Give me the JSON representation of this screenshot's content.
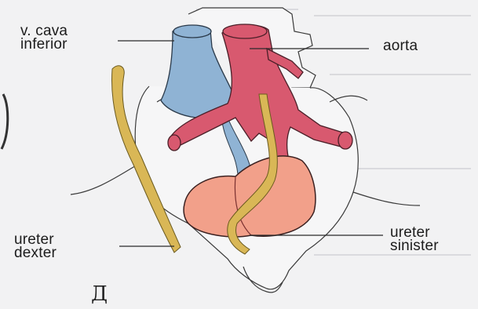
{
  "labels": {
    "vena_cava": "v. cava\ninferior",
    "aorta": "aorta",
    "ureter_dexter": "ureter\ndexter",
    "ureter_sinister": "ureter\nsinister"
  },
  "figure_letter": "Д",
  "colors": {
    "vein": "#8fb3d4",
    "artery": "#d8596f",
    "bladder": "#f2a08a",
    "ureter": "#d9b756",
    "pelvis_line": "#3a3a3a"
  }
}
